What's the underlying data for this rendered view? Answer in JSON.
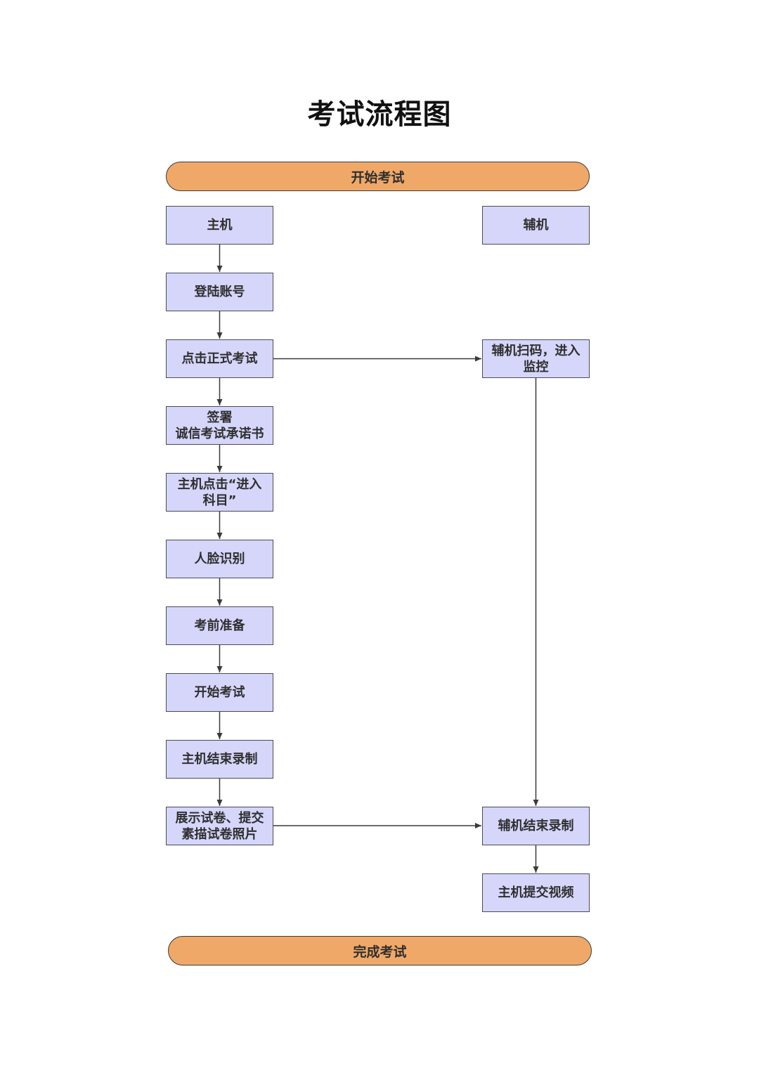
{
  "title": "考试流程图",
  "colors": {
    "terminal_fill": "#F0A868",
    "box_fill": "#D5D6FA",
    "line": "#3a3a3a"
  },
  "start": "开始考试",
  "end": "完成考试",
  "host": {
    "header": "主机",
    "steps": [
      "登陆账号",
      "点击正式考试",
      "签署\n诚信考试承诺书",
      "主机点击“进入\n科目”",
      "人脸识别",
      "考前准备",
      "开始考试",
      "主机结束录制",
      "展示试卷、提交\n素描试卷照片"
    ]
  },
  "aux": {
    "header": "辅机",
    "scan": "辅机扫码，进入\n监控",
    "end_record": "辅机结束录制",
    "submit_video": "主机提交视频"
  }
}
